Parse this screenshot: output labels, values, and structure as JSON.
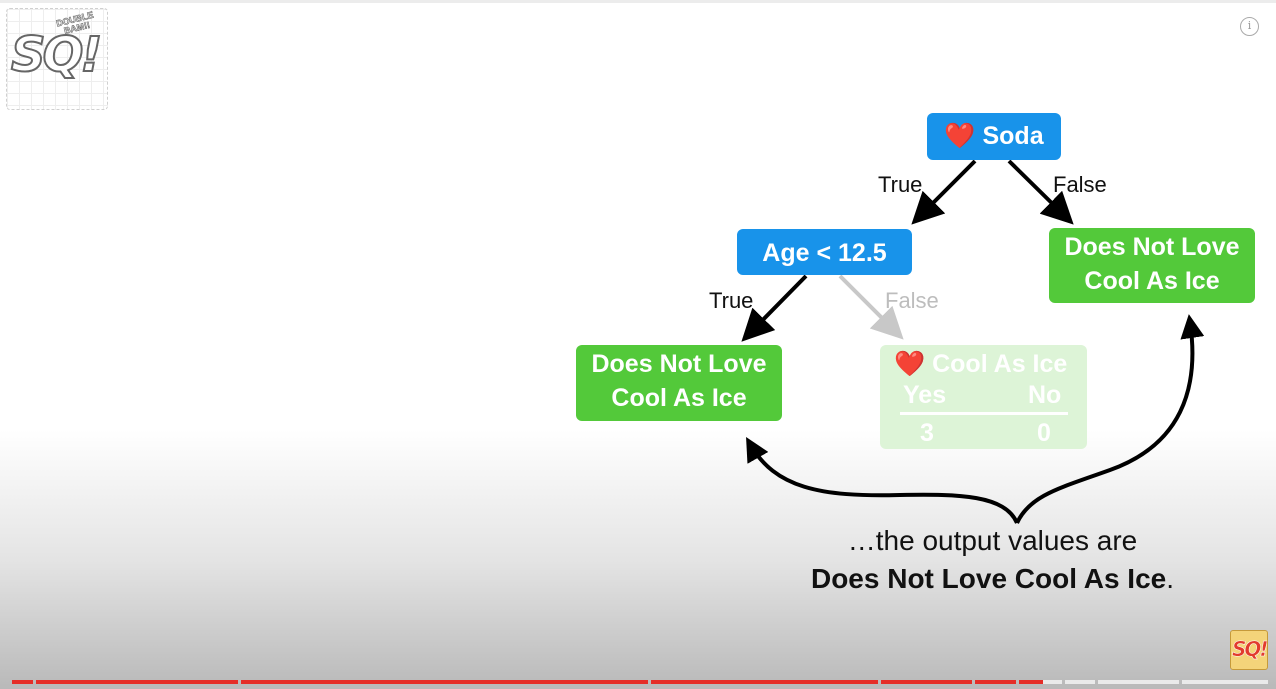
{
  "logo": {
    "main": "SQ!",
    "small": "DOUBLE BAM!!",
    "corner": "SQ!"
  },
  "info_icon": "i",
  "tree": {
    "root": {
      "heart": "❤️",
      "label": "Soda"
    },
    "root_true_label": "True",
    "root_false_label": "False",
    "age_node": {
      "label": "Age < 12.5"
    },
    "age_true_label": "True",
    "age_false_label": "False",
    "leaf_left": {
      "line1": "Does Not Love",
      "line2": "Cool As Ice"
    },
    "leaf_right": {
      "line1": "Does Not Love",
      "line2": "Cool As Ice"
    },
    "faded_leaf": {
      "heart": "❤️",
      "title": "Cool As Ice",
      "col_yes": "Yes",
      "col_no": "No",
      "val_yes": "3",
      "val_no": "0"
    }
  },
  "caption": {
    "line1": "…the output values are",
    "line2_bold": "Does Not Love Cool As Ice",
    "line2_end": "."
  },
  "colors": {
    "blue_node": "#1893ea",
    "green_leaf": "#53c93a",
    "faded_leaf": "#ddf4d7",
    "progress_played": "#e52d27",
    "progress_unplayed": "#eaeaea"
  }
}
